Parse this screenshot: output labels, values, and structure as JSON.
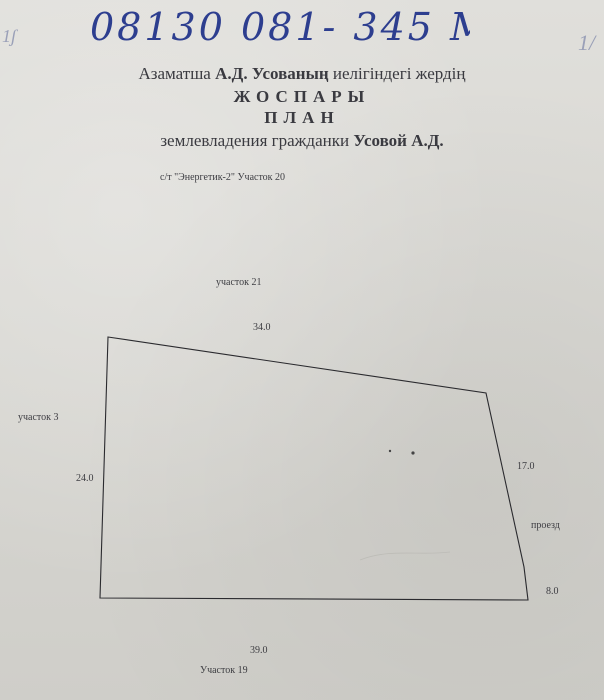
{
  "header": {
    "handwritten_number": "08130 081- 345 М",
    "corner_left": "1ʃ",
    "corner_right": "1/"
  },
  "title": {
    "kaz_prefix": "Азаматша",
    "kaz_name": "А.Д. Усованың",
    "kaz_suffix": "иелігіндегі жердің",
    "kaz_heading": "ЖОСПАРЫ",
    "rus_heading": "ПЛАН",
    "rus_prefix": "землевладения гражданки",
    "rus_name": "Усовой А.Д."
  },
  "subtitle": "с/т \"Энергетик-2\"   Участок 20",
  "plan": {
    "neighbor_top": "участок 21",
    "neighbor_left": "участок 3",
    "neighbor_bottom": "Участок 19",
    "road_right": "проезд",
    "side_top": "34.0",
    "side_left": "24.0",
    "side_right_upper": "17.0",
    "side_right_lower": "8.0",
    "side_bottom": "39.0"
  },
  "colors": {
    "paper": "#d9d8d3",
    "ink": "#2f2f33",
    "handwriting": "#2d3e8f"
  }
}
